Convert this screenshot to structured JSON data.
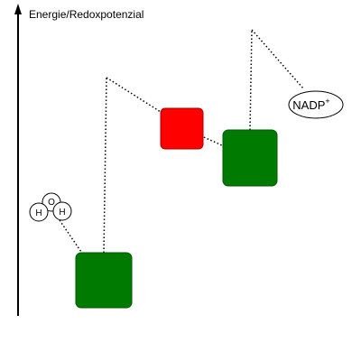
{
  "axis": {
    "label": "Energie/Redoxpotenzial"
  },
  "water_molecule": {
    "atoms": [
      "H",
      "O",
      "H"
    ]
  },
  "nadp": {
    "label": "NADP",
    "charge": "+"
  },
  "colors": {
    "photosystem_green": "#007a00",
    "cytochrome_red": "#ff0000",
    "line": "#000000",
    "background": "#ffffff"
  }
}
